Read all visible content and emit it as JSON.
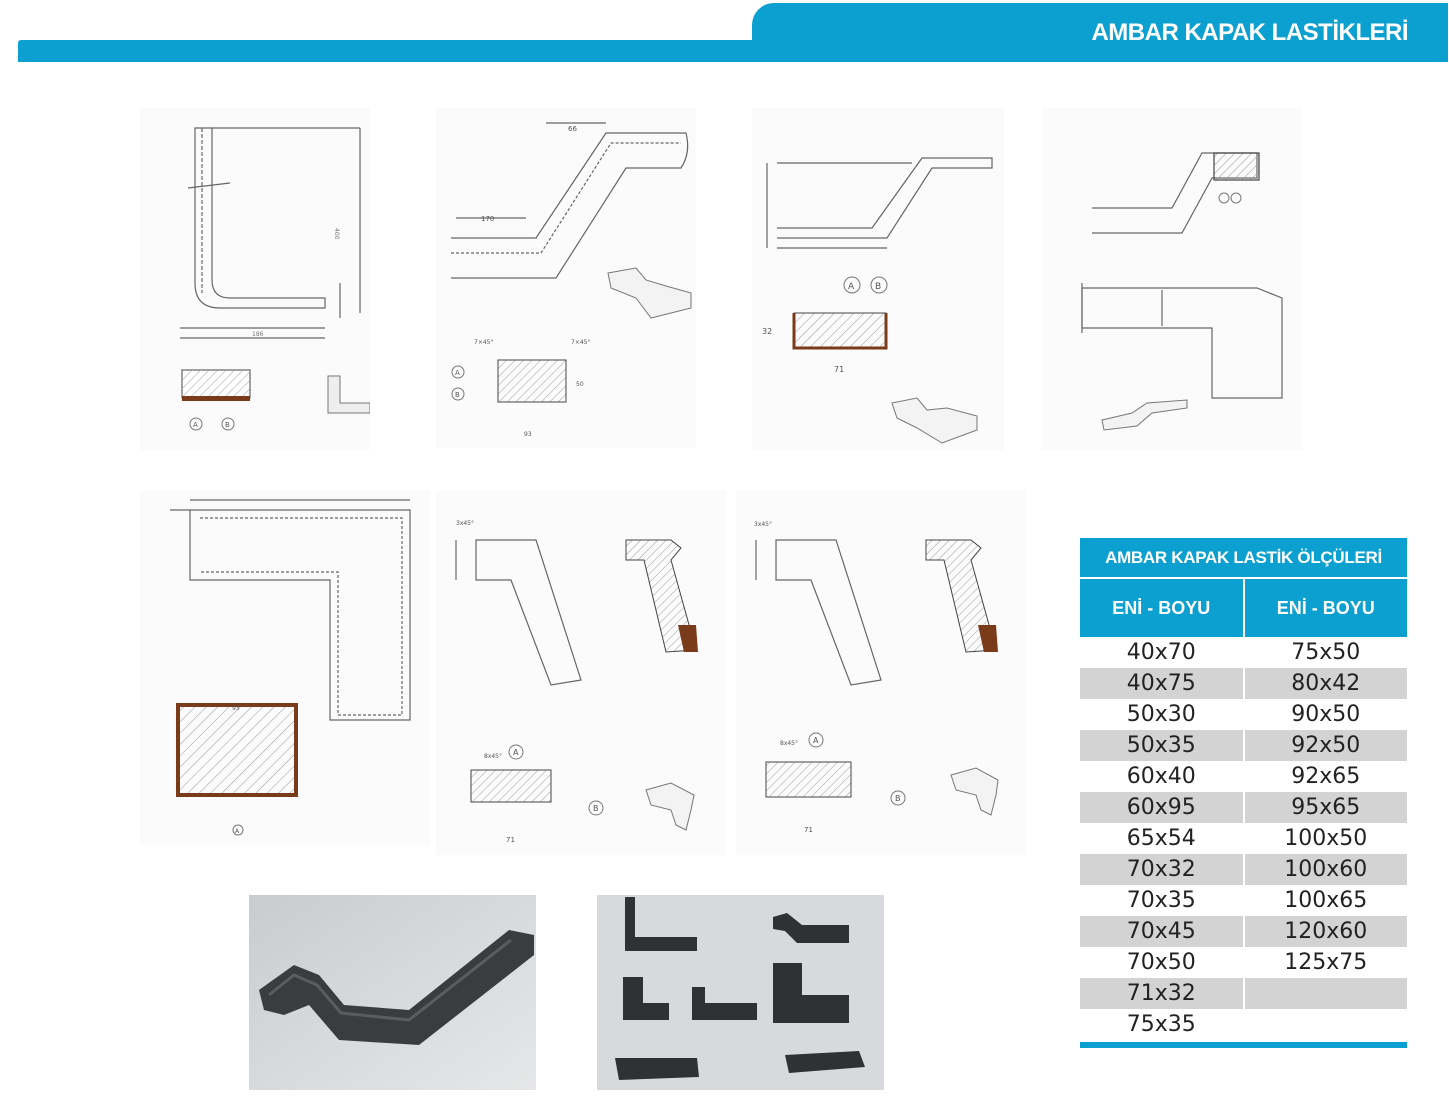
{
  "header": {
    "title": "AMBAR KAPAK LASTİKLERİ"
  },
  "table": {
    "title": "AMBAR KAPAK LASTİK ÖLÇÜLERİ",
    "col1": "ENİ - BOYU",
    "col2": "ENİ - BOYU",
    "rows": [
      [
        "40x70",
        "75x50"
      ],
      [
        "40x75",
        "80x42"
      ],
      [
        "50x30",
        "90x50"
      ],
      [
        "50x35",
        "92x50"
      ],
      [
        "60x40",
        "92x65"
      ],
      [
        "60x95",
        "95x65"
      ],
      [
        "65x54",
        "100x50"
      ],
      [
        "70x32",
        "100x60"
      ],
      [
        "70x35",
        "100x65"
      ],
      [
        "70x45",
        "120x60"
      ],
      [
        "70x50",
        "125x75"
      ],
      [
        "71x32",
        ""
      ],
      [
        "75x35",
        ""
      ]
    ]
  },
  "drawings": {
    "labels": {
      "a": "A",
      "b": "B"
    },
    "d2": {
      "dim1": "66",
      "dim2": "170",
      "dim3": "7×45°",
      "dim4": "7×45°",
      "dim5": "50",
      "dim6": "93"
    },
    "d3": {
      "dim1": "32",
      "dim2": "71"
    },
    "d5": {
      "dim1": "93"
    },
    "d6": {
      "dim1": "3x45°",
      "dim2": "8x45°",
      "dim3": "71"
    },
    "d7": {
      "dim1": "3x45°",
      "dim2": "8x45°",
      "dim3": "71"
    }
  },
  "colors": {
    "accent": "#0ba0cf",
    "rubber": "#7a3b1a",
    "row_alt": "#d3d3d3"
  }
}
